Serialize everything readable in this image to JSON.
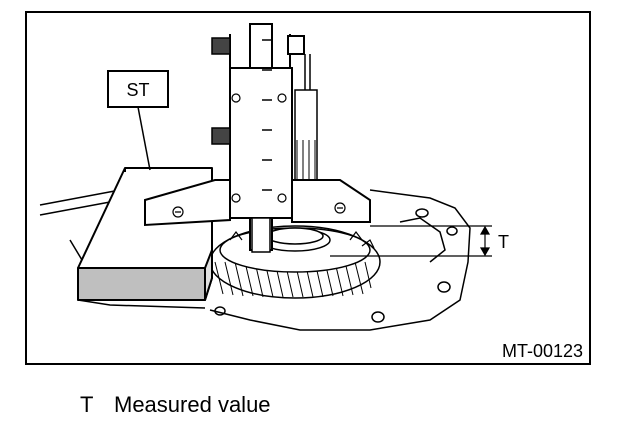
{
  "figure": {
    "tool_label": "ST",
    "dimension_label": "T",
    "figure_code": "MT-00123"
  },
  "legend": [
    {
      "symbol": "T",
      "description": "Measured value"
    }
  ]
}
